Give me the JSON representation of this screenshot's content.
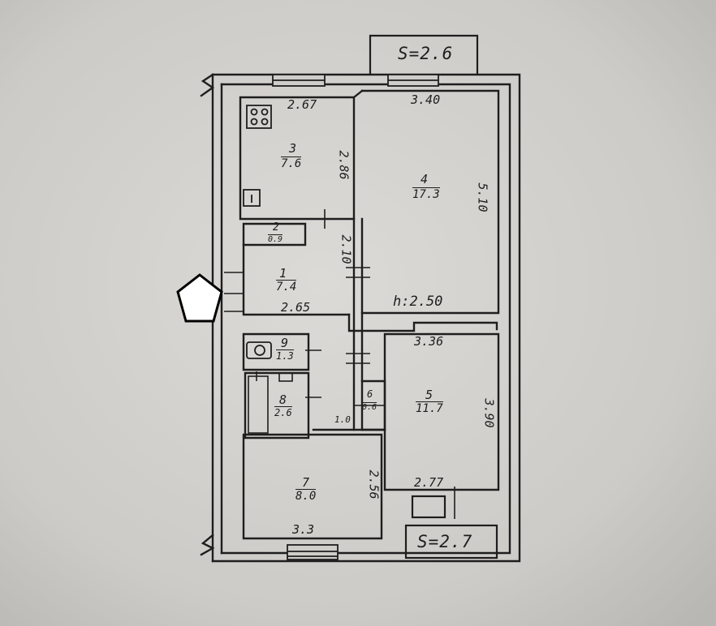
{
  "plan": {
    "rooms": [
      {
        "number": "1",
        "area": "7.4"
      },
      {
        "number": "2",
        "area": "0.9"
      },
      {
        "number": "3",
        "area": "7.6"
      },
      {
        "number": "4",
        "area": "17.3"
      },
      {
        "number": "5",
        "area": "11.7"
      },
      {
        "number": "6",
        "area": "0.6"
      },
      {
        "number": "7",
        "area": "8.0"
      },
      {
        "number": "8",
        "area": "2.6"
      },
      {
        "number": "9",
        "area": "1.3"
      }
    ],
    "dimensions": {
      "kitchen_width": "2.67",
      "kitchen_depth": "2.86",
      "room4_width": "3.40",
      "room4_depth": "5.10",
      "hall_width": "2.65",
      "hall_depth": "2.10",
      "room5_width_top": "3.36",
      "room5_depth": "3.90",
      "room5_width_bottom": "2.77",
      "corridor_width": "1.0",
      "room7_depth": "2.56",
      "room7_width": "3.3"
    },
    "ceiling_height": "h:2.50",
    "balconies": {
      "top": "S=2.6",
      "bottom": "S=2.7"
    },
    "colors": {
      "paper": "#cfcdc9",
      "ink": "#1e1e1e",
      "entrance_fill": "#ffffff"
    }
  }
}
